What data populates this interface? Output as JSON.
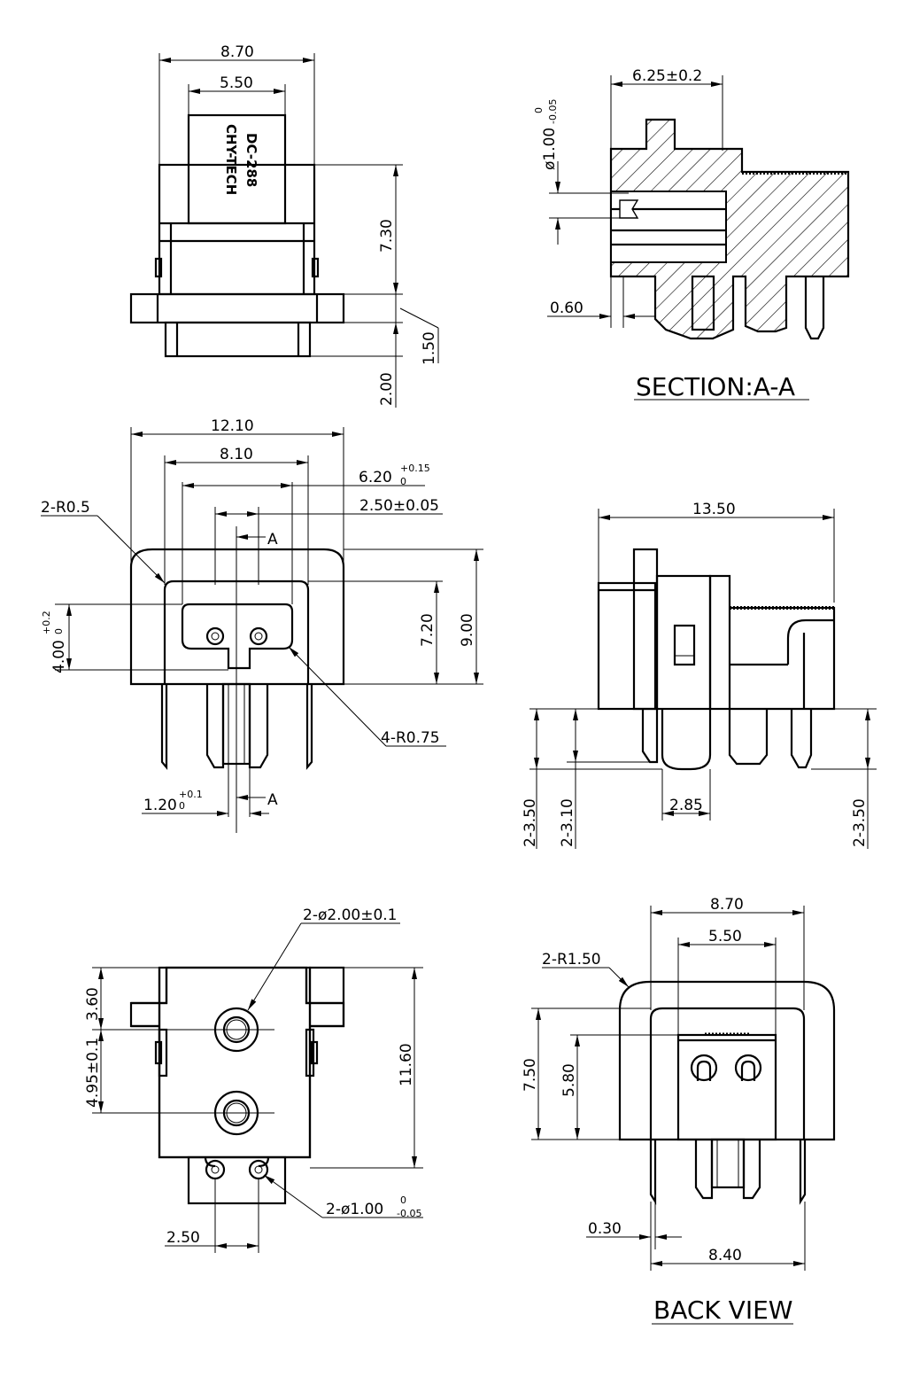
{
  "drawing": {
    "top_view": {
      "logo_line1": "CHY-TECH",
      "logo_line2": "DC-288",
      "dims": {
        "width_outer": "8.70",
        "width_inner": "5.50",
        "height": "7.30",
        "flange": "1.50",
        "base": "2.00"
      }
    },
    "section": {
      "title": "SECTION:A-A",
      "dims": {
        "width": "6.25±0.2",
        "diam": "ø1.00",
        "diam_tol_upper": "0",
        "diam_tol_lower": "-0.05",
        "offset": "0.60"
      }
    },
    "front_view": {
      "section_mark": "A",
      "dims": {
        "total_width": "12.10",
        "inner_width": "8.10",
        "slot_width": "6.20",
        "slot_tol_upper": "+0.15",
        "slot_tol_lower": "0",
        "pin_pitch": "2.50±0.05",
        "corner_radius": "2-R0.5",
        "slot_height": "4.00",
        "slot_h_tol_upper": "+0.2",
        "slot_h_tol_lower": "0",
        "inner_height": "7.20",
        "total_height": "9.00",
        "slot_radius": "4-R0.75",
        "notch": "1.20",
        "notch_tol_upper": "+0.1",
        "notch_tol_lower": "0"
      }
    },
    "side_view": {
      "dims": {
        "length": "13.50",
        "pin_left": "2-3.50",
        "pin_mid": "2-3.10",
        "pin_width": "2.85",
        "pin_right": "2-3.50"
      }
    },
    "bottom_view": {
      "dims": {
        "hole_large": "2-ø2.00±0.1",
        "top_offset": "3.60",
        "hole_pitch": "4.95±0.1",
        "total_height": "11.60",
        "hole_small": "2-ø1.00",
        "hole_small_tol_upper": "0",
        "hole_small_tol_lower": "-0.05",
        "pin_pitch": "2.50"
      }
    },
    "back_view": {
      "title": "BACK VIEW",
      "dims": {
        "width_outer": "8.70",
        "width_inner": "5.50",
        "corner": "2-R1.50",
        "height": "7.50",
        "inner_height": "5.80",
        "pin_thk": "0.30",
        "pin_span": "8.40"
      }
    }
  }
}
